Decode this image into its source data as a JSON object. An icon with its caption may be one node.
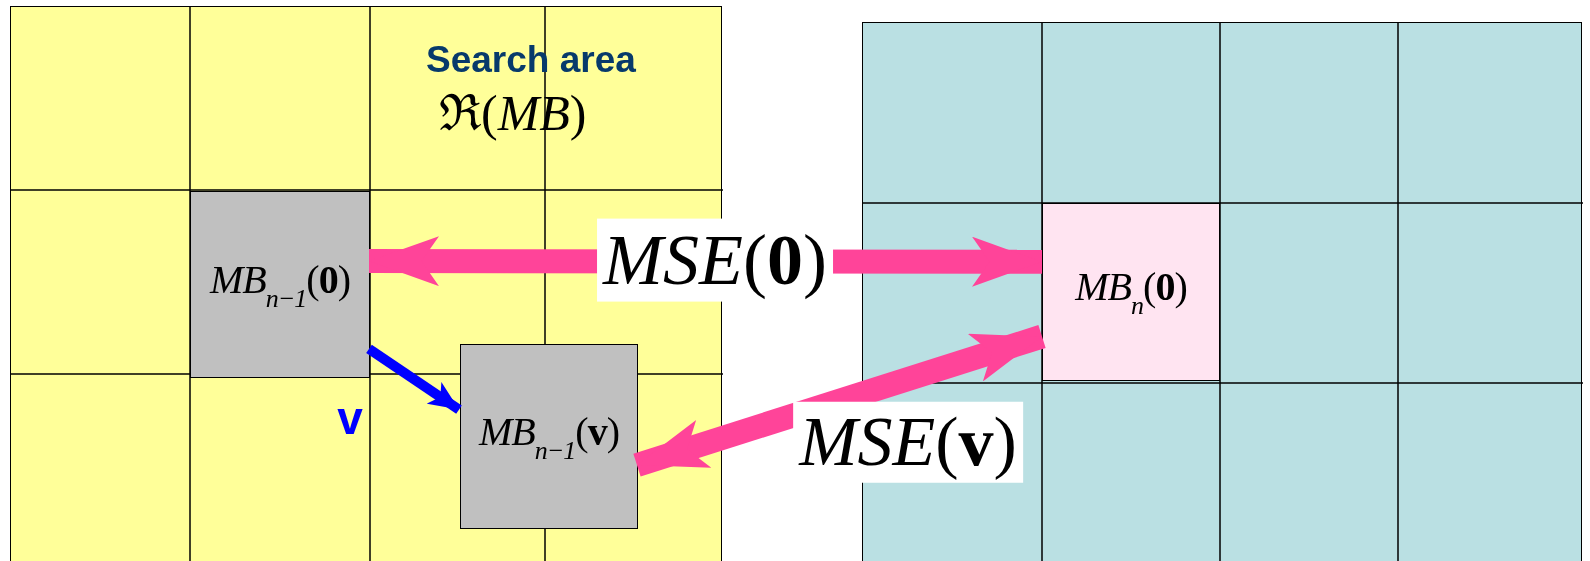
{
  "diagram": {
    "nodes": [
      {
        "text": [
          "Search area",
          "ℜ(*MB*)"
        ]
      },
      {
        "text": [
          "*MB*$_{n−1}$(**0**)"
        ],
        "in": 0
      },
      {
        "text": [
          "*MB*$_{n−1}$(**v**)"
        ],
        "in": 0
      },
      {
        "text": [
          "*MB*$_{n}$(**0**)"
        ]
      }
    ],
    "edges": [
      {
        "from": 1,
        "to": 3,
        "arrow": "both",
        "label": "*MSE*(**0**)"
      },
      {
        "from": 2,
        "to": 3,
        "arrow": "both",
        "label": "*MSE*(**v**)"
      },
      {
        "from": 1,
        "to": 2,
        "arrow": "to",
        "label": "v",
        "color": "#0000ff"
      }
    ]
  }
}
